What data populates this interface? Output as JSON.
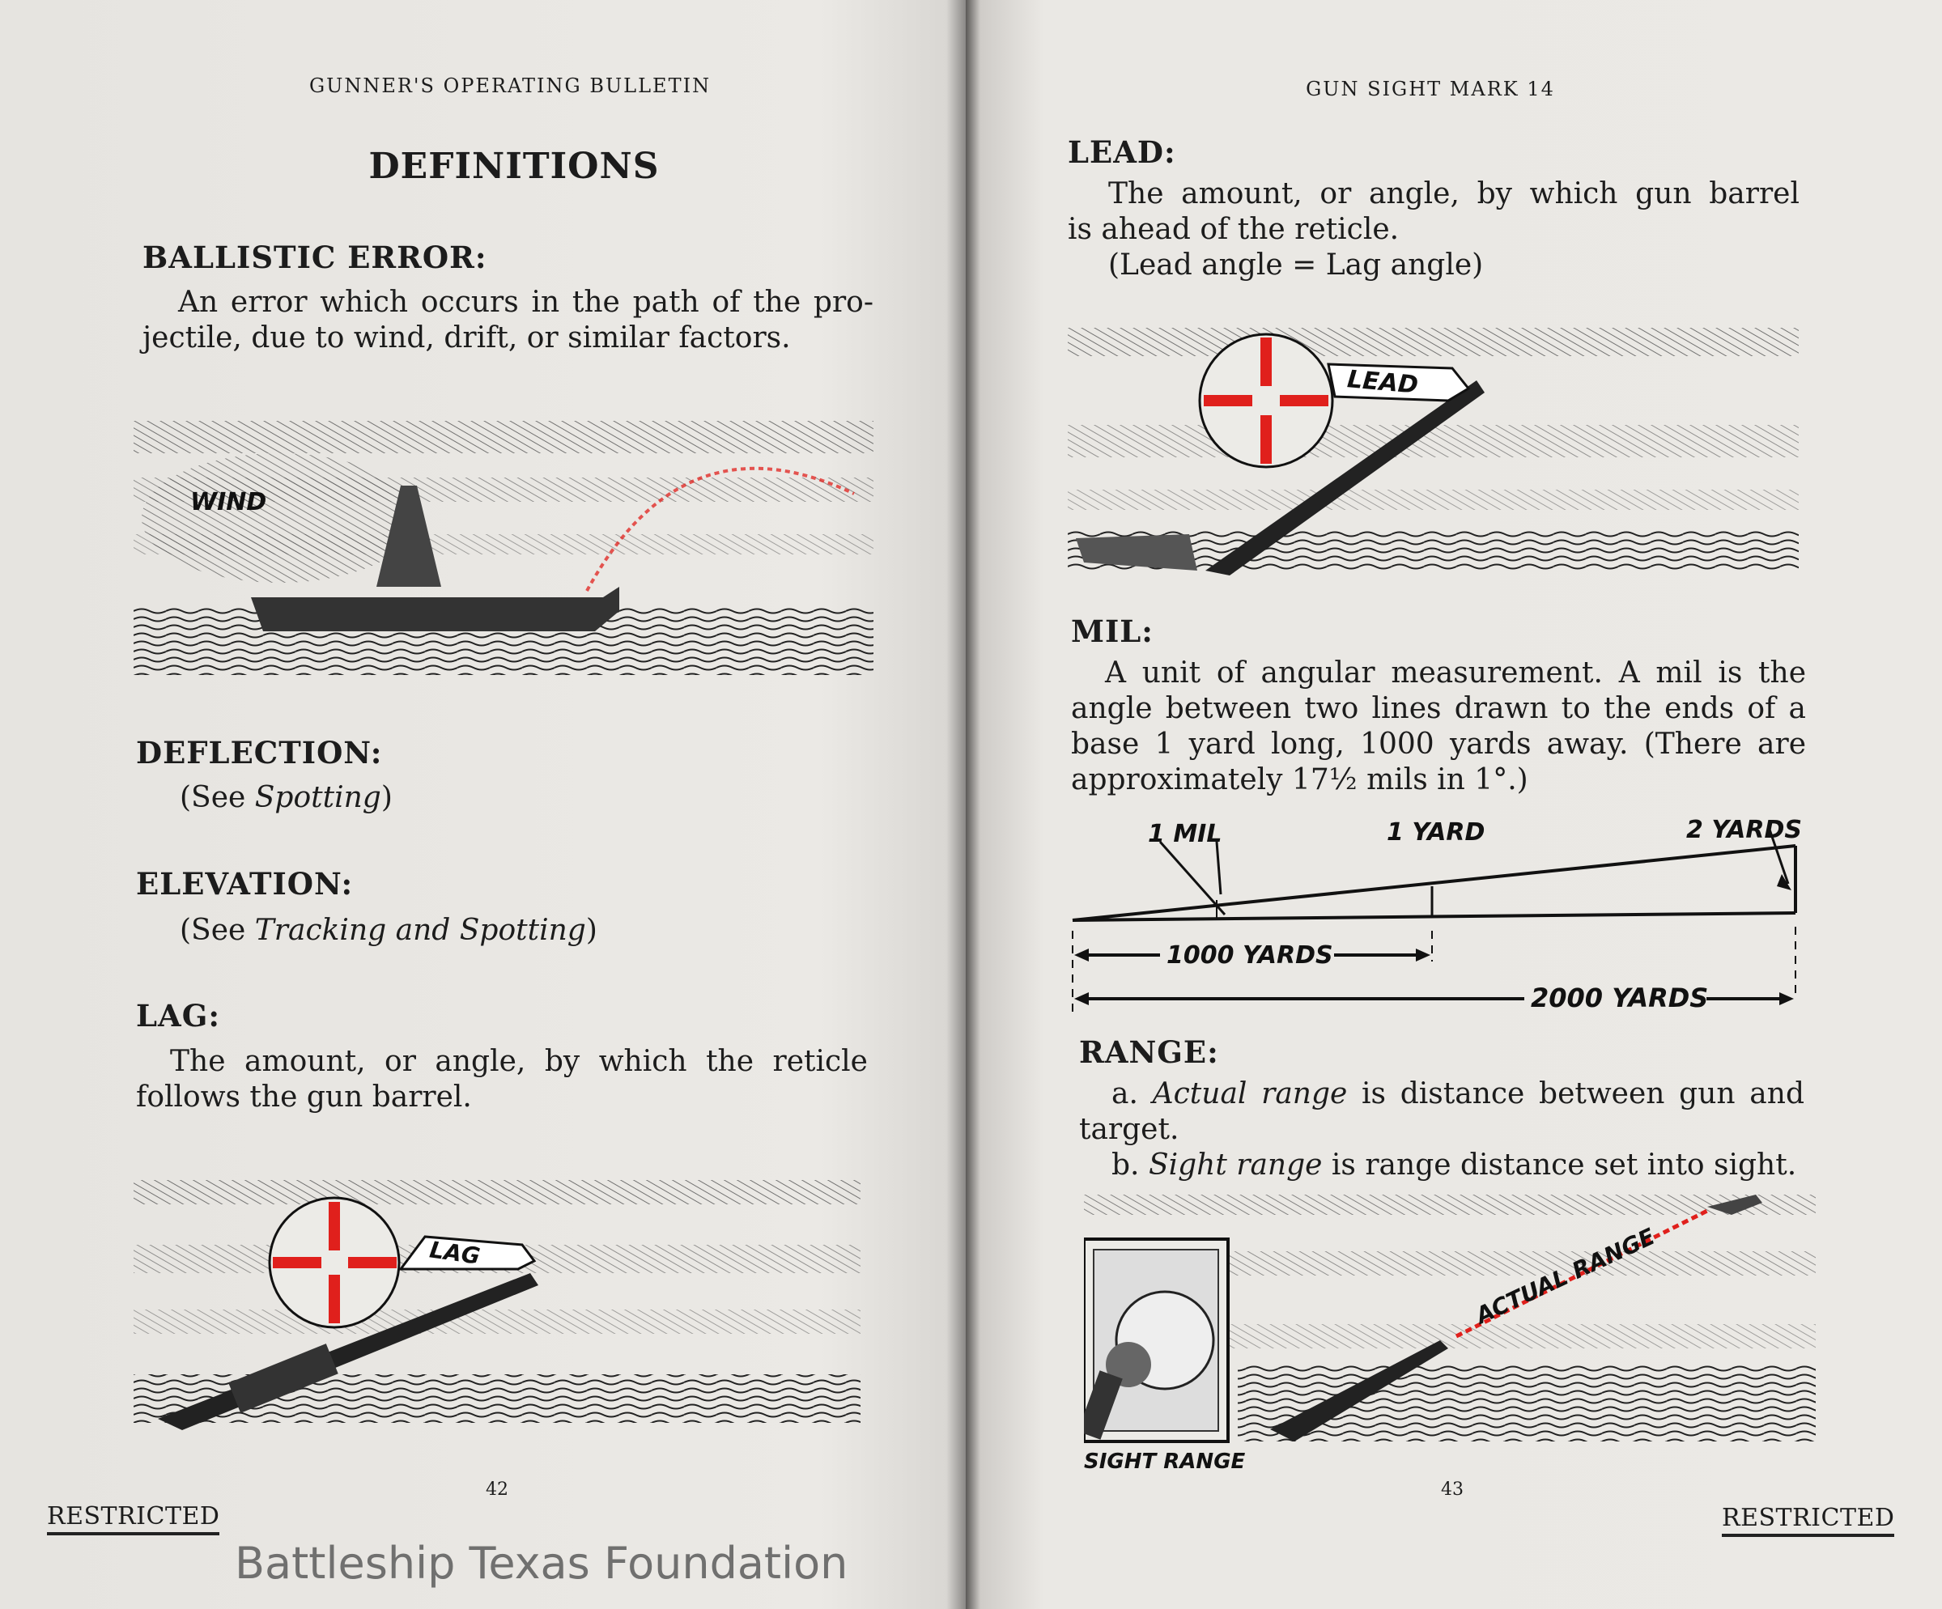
{
  "left_page": {
    "running_head": "GUNNER'S OPERATING BULLETIN",
    "title": "DEFINITIONS",
    "ballistic_error": {
      "heading": "BALLISTIC ERROR:",
      "lines": [
        "An error which occurs in the path of the pro-",
        "jectile, due to wind, drift, or similar factors."
      ]
    },
    "fig1": {
      "label": "WIND"
    },
    "deflection": {
      "heading": "DEFLECTION:",
      "pre": "(See ",
      "italic": "Spotting",
      "post": ")"
    },
    "elevation": {
      "heading": "ELEVATION:",
      "pre": "(See ",
      "italic": "Tracking and Spotting",
      "post": ")"
    },
    "lag": {
      "heading": "LAG:",
      "lines": [
        "The amount, or angle, by which the reticle",
        "follows the gun barrel."
      ]
    },
    "fig2": {
      "label": "LAG"
    },
    "page_number": "42",
    "footer": "RESTRICTED"
  },
  "right_page": {
    "running_head": "GUN SIGHT MARK 14",
    "lead": {
      "heading": "LEAD:",
      "lines": [
        "The amount, or angle, by which gun barrel",
        "is ahead of the reticle."
      ],
      "note": "(Lead angle = Lag angle)"
    },
    "fig3": {
      "label": "LEAD"
    },
    "mil": {
      "heading": "MIL:",
      "lines": [
        "A unit of angular measurement.  A mil is the",
        "angle between two lines drawn to the ends of a",
        "base 1 yard long, 1000 yards away.  (There are",
        "approximately 17½ mils in 1°.)"
      ]
    },
    "mil_diagram": {
      "label_1mil": "1 MIL",
      "label_1yard": "1 YARD",
      "label_2yards": "2 YARDS",
      "label_1000": "1000 YARDS",
      "label_2000": "2000 YARDS"
    },
    "range": {
      "heading": "RANGE:",
      "a": {
        "pre": "a. ",
        "italic": "Actual range",
        "post": " is distance between gun and",
        "cont": "target."
      },
      "b": {
        "pre": "b. ",
        "italic": "Sight range",
        "post": " is range distance set into sight."
      }
    },
    "fig4": {
      "label_actual": "ACTUAL RANGE",
      "label_sight": "SIGHT RANGE"
    },
    "page_number": "43",
    "footer": "RESTRICTED"
  },
  "watermark": "Battleship Texas Foundation",
  "colors": {
    "paper": "#ebe9e5",
    "ink": "#1c1c1c",
    "red": "#e0201c"
  }
}
